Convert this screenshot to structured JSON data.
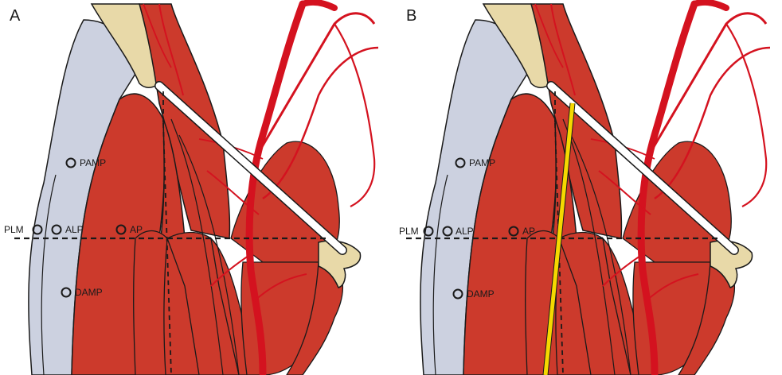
{
  "colors": {
    "background": "#ffffff",
    "muscle": "#cc3a2c",
    "muscle_outline": "#1a1a1a",
    "fascia": "#ccd1e0",
    "bone": "#e8d9a8",
    "artery": "#d4121f",
    "guide_line": "#f5d800",
    "instrument": "#ffffff"
  },
  "panels": [
    {
      "letter": "A",
      "points": [
        "PAMP",
        "PLM",
        "ALP",
        "AP",
        "DAMP"
      ],
      "shows_guide_line": false
    },
    {
      "letter": "B",
      "points": [
        "PAMP",
        "PLM",
        "ALP",
        "AP",
        "DAMP"
      ],
      "shows_guide_line": true
    }
  ]
}
